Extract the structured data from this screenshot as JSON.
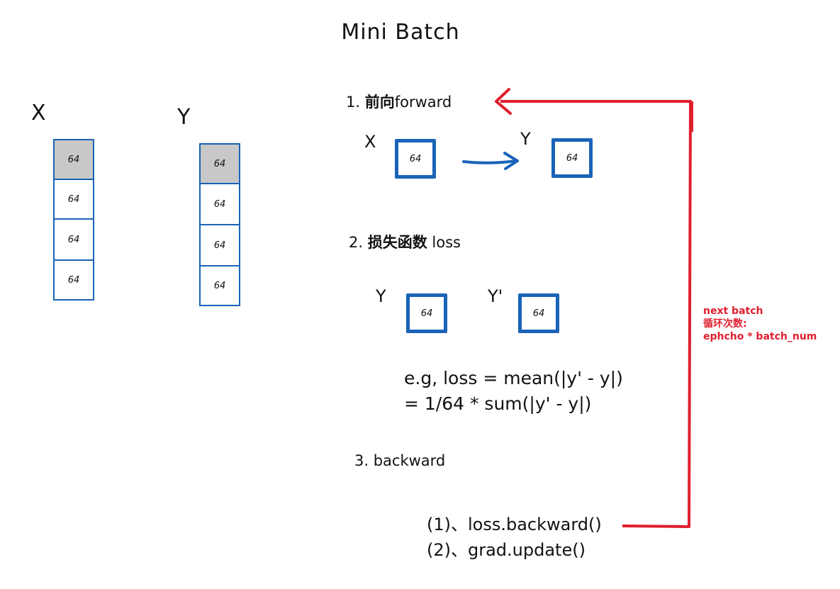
{
  "title": "Mini Batch",
  "left": {
    "x_label": "X",
    "y_label": "Y",
    "x_cells": [
      "64",
      "64",
      "64",
      "64"
    ],
    "y_cells": [
      "64",
      "64",
      "64",
      "64"
    ]
  },
  "forward": {
    "heading_num": "1.",
    "heading_cn": "前向",
    "heading_en": "forward",
    "x_label": "X",
    "x_box": "64",
    "y_label": "Y",
    "y_box": "64"
  },
  "loss": {
    "heading_num": "2.",
    "heading_cn": "损失函数",
    "heading_en": "loss",
    "y_label": "Y",
    "y_box": "64",
    "yp_label": "Y'",
    "yp_box": "64",
    "formula_line1": "e.g,  loss = mean(|y' - y|)",
    "formula_line2": "= 1/64 *  sum(|y' - y|)"
  },
  "backward": {
    "heading": "3. backward",
    "step1": "(1)、loss.backward()",
    "step2": "(2)、grad.update()"
  },
  "loop_note": {
    "line1": "next batch",
    "line2": "循环次数:",
    "line3": "ephcho * batch_num"
  },
  "colors": {
    "box_blue": "#1a63b8",
    "loop_red": "#e01e2e",
    "fill_gray": "#c8c8c8"
  }
}
